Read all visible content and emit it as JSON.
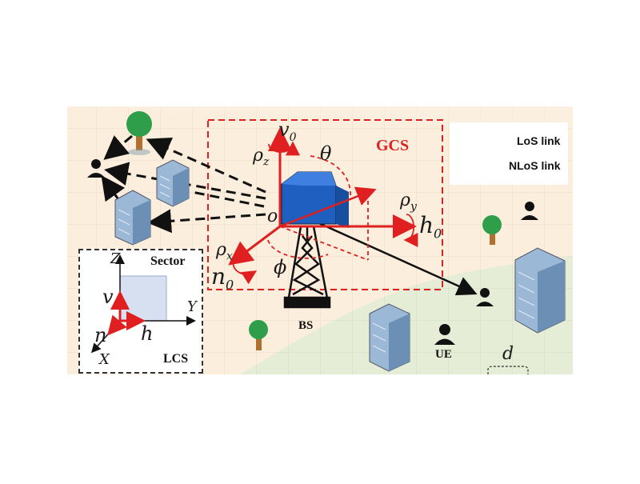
{
  "gcs": {
    "label": "GCS",
    "color": "#e02020"
  },
  "legend": {
    "los": "LoS link",
    "nlos": "NLoS link"
  },
  "lcs": {
    "title": "Sector",
    "footer": "LCS",
    "axis_z": "Z",
    "axis_y": "Y",
    "axis_x": "X",
    "vec_v": "v",
    "vec_h": "h",
    "vec_n": "n"
  },
  "gcs_symbols": {
    "v0": "v",
    "v0_sub": "0",
    "h0": "h",
    "h0_sub": "0",
    "n0": "n",
    "n0_sub": "0",
    "rho_z": "ρ",
    "rho_z_sub": "z",
    "rho_y": "ρ",
    "rho_y_sub": "y",
    "rho_x": "ρ",
    "rho_x_sub": "x",
    "theta": "θ",
    "phi": "ϕ",
    "origin": "o"
  },
  "labels": {
    "bs": "BS",
    "ue": "UE",
    "d": "d"
  },
  "colors": {
    "sky": "#fbeedd",
    "ground": "#e6edd6",
    "red": "#e02020",
    "building": "#7da3c9",
    "bs_block": "#1f5fbf"
  }
}
